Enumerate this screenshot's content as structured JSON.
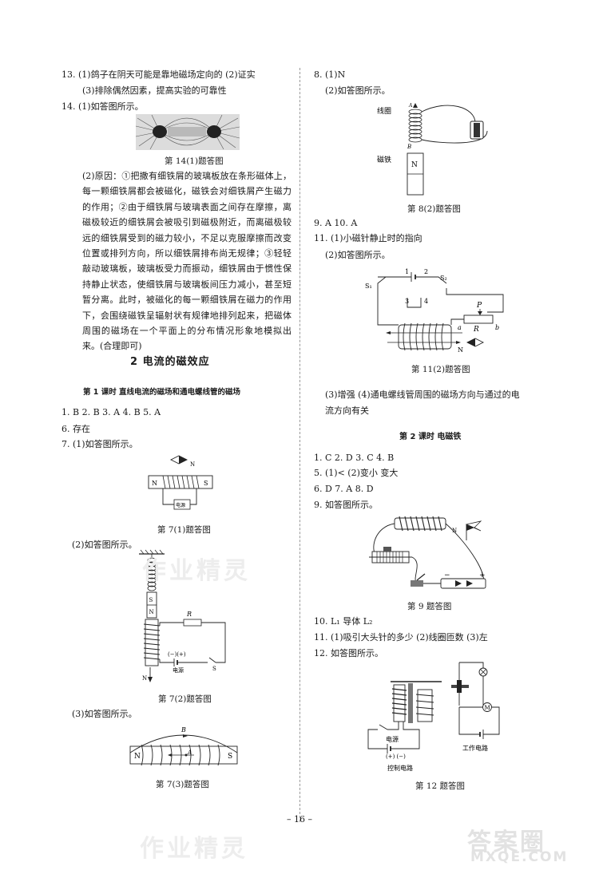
{
  "left": {
    "q13_a": "13. (1)鸽子在阴天可能是靠地磁场定向的  (2)证实",
    "q13_b": "(3)排除偶然因素，提高实验的可靠性",
    "q14_a": "14. (1)如答图所示。",
    "fig14_caption": "第 14(1)题答图",
    "q14_para": "(2)原因：①把撒有细铁屑的玻璃板放在条形磁体上，每一颗细铁屑都会被磁化，磁铁会对细铁屑产生磁力的作用；②由于细铁屑与玻璃表面之间存在摩擦，离磁极较近的细铁屑会被吸引到磁极附近，而离磁极较远的细铁屑受到的磁力较小，不足以克服摩擦而改变位置或排列方向，所以细铁屑排布尚无规律；③轻轻敲动玻璃板，玻璃板受力而振动，细铁屑由于惯性保持静止状态，使细铁屑与玻璃板间压力减小，甚至短暂分离。此时，被磁化的每一颗细铁屑在磁力的作用下，会围绕磁铁呈辐射状有规律地排列起来，把磁体周围的磁场在一个平面上的分布情况形象地模拟出来。(合理即可)",
    "section_title": "2  电流的磁效应",
    "lesson1_title": "第 1 课时  直线电流的磁场和通电螺线管的磁场",
    "ans_1_5": "1. B  2. B  3. A  4. B  5. A",
    "ans_6": "6. 存在",
    "q7_1": "7. (1)如答图所示。",
    "fig7_1_caption": "第 7(1)题答图",
    "q7_2": "(2)如答图所示。",
    "fig7_2_caption": "第 7(2)题答图",
    "q7_3": "(3)如答图所示。",
    "fig7_3_caption": "第 7(3)题答图"
  },
  "right": {
    "q8_a": "8. (1)N",
    "q8_b": "(2)如答图所示。",
    "fig8_caption": "第 8(2)题答图",
    "ans_9_10": "9. A  10. A",
    "q11_a": "11. (1)小磁针静止时的指向",
    "q11_b": "(2)如答图所示。",
    "fig11_caption": "第 11(2)题答图",
    "q11_c": "(3)增强  (4)通电螺线管周围的磁场方向与通过的电",
    "q11_d": "流方向有关",
    "lesson2_title": "第 2 课时  电磁铁",
    "ans_1_4": "1. C  2. D  3. C  4. B",
    "ans_5": "5. (1)<  (2)变小  变大",
    "ans_6_8": "6. D  7. A  8. D",
    "q9": "9. 如答图所示。",
    "fig9_caption": "第 9 题答图",
    "q10": "10. L₁  导体  L₂",
    "q11b": "11. (1)吸引大头针的多少  (2)线圈匝数  (3)左",
    "q12": "12. 如答图所示。",
    "fig12_caption": "第 12 题答图"
  },
  "figures": {
    "f8_coil": "线圈",
    "f8_magnet": "磁铁",
    "f8_A": "A",
    "f8_B": "B",
    "f8_N": "N",
    "f11_S1": "S₁",
    "f11_S2": "S₂",
    "f11_1": "1",
    "f11_2": "2",
    "f11_3": "3",
    "f11_4": "4",
    "f11_P": "P",
    "f11_a": "a",
    "f11_R": "R",
    "f11_b": "b",
    "f11_N": "N",
    "f7_N_top": "N",
    "f7_N": "N",
    "f7_S": "S",
    "f7_power": "电源",
    "f7b_S": "S",
    "f7b_N": "N",
    "f7b_R": "R",
    "f7b_pol": "(−)(+)",
    "f7b_power": "电源",
    "f7b_S_switch": "S",
    "f7b_N_bottom": "N",
    "f7c_B": "B",
    "f7c_A": "A",
    "f7c_N": "N",
    "f7c_S": "S",
    "f9_N": "N",
    "f12_power": "电源",
    "f12_pol": "(+)  (−)",
    "f12_control": "控制电路",
    "f12_work": "工作电路",
    "f12_M": "M"
  },
  "page_number": "– 16 –",
  "watermark_1": "作业精灵",
  "watermark_2": "作业精灵",
  "logo_text": "答案圈",
  "logo_url": "MXQE.COM"
}
